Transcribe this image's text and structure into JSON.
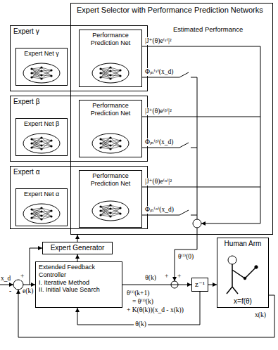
{
  "diagram": {
    "nodes": [
      {
        "text": [
          "Expert Selector with Performance Prediction Networks"
        ]
      },
      {
        "text": [
          "Expert γ"
        ],
        "in": 0
      },
      {
        "text": [
          "Expert Net γ"
        ],
        "in": 1
      },
      {
        "text": [
          "Performance Prediction Net"
        ],
        "in": 1
      },
      {
        "text": [
          "Expert β"
        ],
        "in": 0
      },
      {
        "text": [
          "Expert Net β"
        ],
        "in": 4
      },
      {
        "text": [
          "Performance Prediction Net"
        ],
        "in": 4
      },
      {
        "text": [
          "Expert α"
        ],
        "in": 0
      },
      {
        "text": [
          "Expert Net α"
        ],
        "in": 7
      },
      {
        "text": [
          "Performance Prediction Net"
        ],
        "in": 7
      },
      {
        "text": [
          "Expert Generator"
        ]
      },
      {
        "text": [
          "Extended Feedback Controller",
          "I. Iterative Method",
          "II. Initial Value Search"
        ]
      },
      {
        "text": [
          "z⁻¹"
        ]
      },
      {
        "text": [
          "Human Arm",
          "x=f(θ)"
        ]
      }
    ],
    "edges": [
      {
        "from": 10,
        "to": 0,
        "arrow": "to"
      },
      {
        "from": 11,
        "to": 10,
        "arrow": "to"
      },
      {
        "from": 11,
        "to": 12,
        "arrow": "to",
        "label": "θ(k)"
      },
      {
        "from": 12,
        "to": 13,
        "arrow": "to"
      },
      {
        "from": 12,
        "to": 11,
        "arrow": "to",
        "label": "θ(k)"
      }
    ],
    "labels": [
      "Estimated Performance",
      "|J⁺(θ)e⁽ᵞ⁾|²",
      "Φᵢₙ⁽ᵞ⁾(x_d)",
      "|J⁺(θ)e⁽ᵝ⁾|²",
      "Φᵢₙ⁽ᵝ⁾(x_d)",
      "|J⁺(θ)e⁽ᵅ⁾|²",
      "Φᵢₙ⁽ᵅ⁾(x_d)",
      "θ⁽ⁱ⁾(0)",
      "x_d",
      "e(k)",
      "θ⁽ⁱ⁾(k+1)",
      "= θ⁽ⁱ⁾(k)",
      "+ K(θ(k))(x_d - x(k))",
      "x(k)",
      "+",
      "-",
      "+",
      "+"
    ]
  }
}
